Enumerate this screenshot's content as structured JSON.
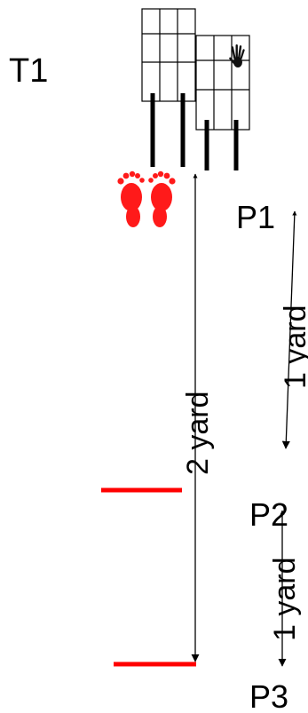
{
  "labels": {
    "table": "T1",
    "p1": "P1",
    "p2": "P2",
    "p3": "P3",
    "dist_2yard": "2 yard",
    "dist_1yard_a": "1 yard",
    "dist_1yard_b": "1 yard"
  },
  "icons": {
    "hand": "hand-icon",
    "feet": "footprints-icon"
  },
  "colors": {
    "line": "#000000",
    "footprint": "#ff1a1a",
    "marker": "#ff0000",
    "grid": "#000000",
    "background": "#ffffff"
  }
}
